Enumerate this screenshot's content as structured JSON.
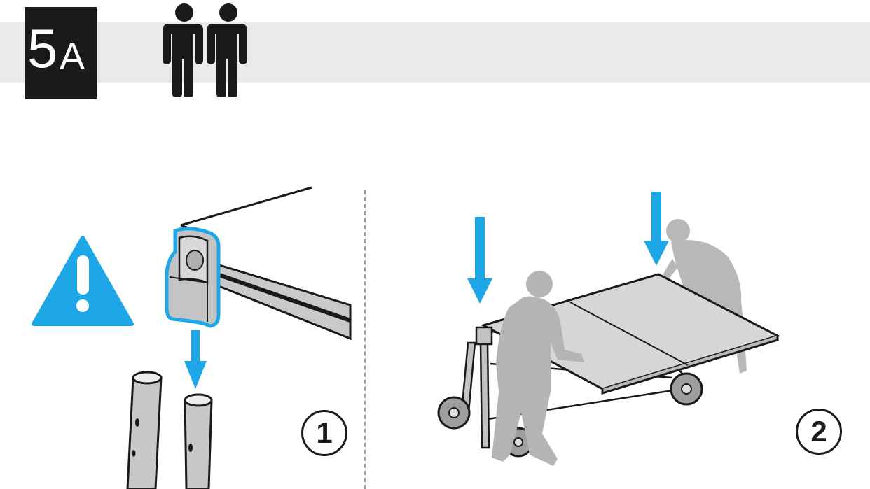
{
  "step": {
    "number": "5",
    "letter": "A"
  },
  "callouts": [
    "1",
    "2"
  ],
  "colors": {
    "accent": "#1ea7e6",
    "badge": "#1a1a1a",
    "band": "#eaeaea",
    "figure": "#b4b4b4",
    "part": "#cfcfcf"
  },
  "icons": {
    "people": "two-people-icon",
    "warning": "warning-icon",
    "arrows": "down-arrow-icon"
  }
}
